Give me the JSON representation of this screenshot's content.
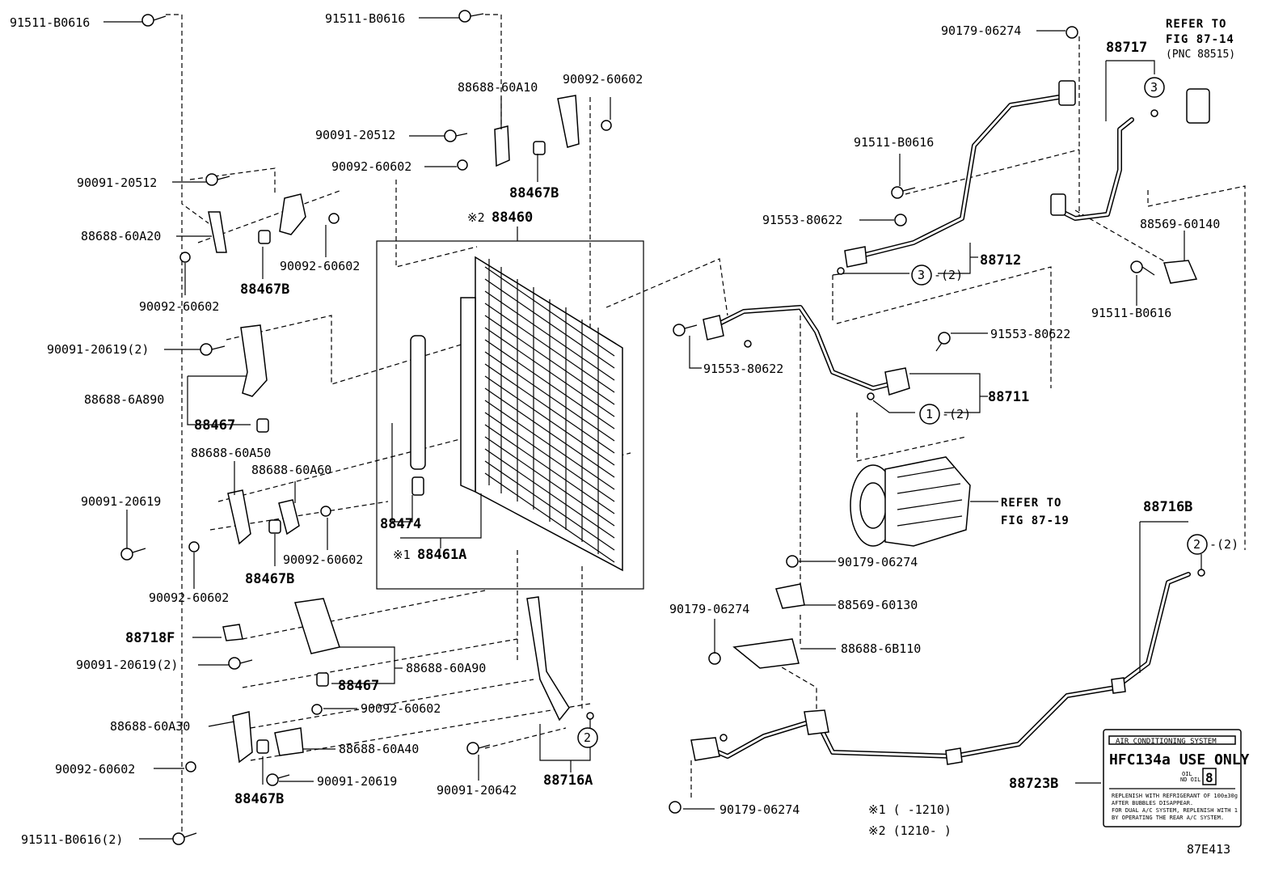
{
  "diagram_code": "87E413",
  "labels": {
    "b1": "91511-B0616",
    "b2": "91511-B0616",
    "b3": "90092-60602",
    "b4": "88688-60A10",
    "b5": "90091-20512",
    "b6": "90092-60602",
    "b7": "88467B",
    "b8": "90091-20512",
    "b9": "88688-60A20",
    "b10": "90092-60602",
    "b11": "88467B",
    "b12": "90092-60602",
    "b13": "88460",
    "b14": "90091-20619(2)",
    "b15": "88688-6A890",
    "b16": "88467",
    "b17": "88688-60A50",
    "b18": "88688-60A60",
    "b19": "90091-20619",
    "b20": "88474",
    "b21": "88461A",
    "b22": "90092-60602",
    "b23": "88467B",
    "b24": "90092-60602",
    "b25": "88718F",
    "b26": "90091-20619(2)",
    "b27": "88688-60A90",
    "b28": "88467",
    "b29": "90092-60602",
    "b30": "88688-60A30",
    "b31": "88688-60A40",
    "b32": "90092-60602",
    "b33": "90091-20619",
    "b34": "88467B",
    "b35": "90091-20642",
    "b36": "88716A",
    "b37": "91511-B0616(2)",
    "r1": "90179-06274",
    "r2": "REFER TO",
    "r3": "FIG 87-14",
    "r4": "(PNC 88515)",
    "r5": "88717",
    "r6": "91511-B0616",
    "r7": "91553-80622",
    "r8": "88712",
    "r9": "88569-60140",
    "r10": "91511-B0616",
    "r11": "91553-80622",
    "r12": "91553-80622",
    "r13": "88711",
    "r14": "REFER TO",
    "r15": "FIG 87-19",
    "r16": "88716B",
    "r17": "90179-06274",
    "r18": "88569-60130",
    "r19": "90179-06274",
    "r20": "88688-6B110",
    "r21": "88723B",
    "r22": "90179-06274",
    "mark1": "※1",
    "mark2": "※2",
    "note1": "※1 (   -1210)",
    "note2": "※2 (1210-   )",
    "c_3a": "3",
    "c_3b": "3",
    "c_3b_q": "-(2)",
    "c_1": "1",
    "c_1_q": "-(2)",
    "c_2a": "2",
    "c_2a_q": "-(2)",
    "c_2b": "2"
  },
  "sticker": {
    "header": "AIR CONDITIONING SYSTEM",
    "refrigerant": "HFC134a USE ONLY",
    "oil_label_1": "OIL",
    "oil_label_2": "ND OIL",
    "oil_grade": "8",
    "line1": "REPLENISH WITH REFRIGERANT OF 100±30g",
    "line2": "AFTER BUBBLES DISAPPEAR.",
    "line3": "FOR DUAL A/C SYSTEM, REPLENISH WITH 1",
    "line4": "BY OPERATING THE REAR A/C SYSTEM."
  }
}
